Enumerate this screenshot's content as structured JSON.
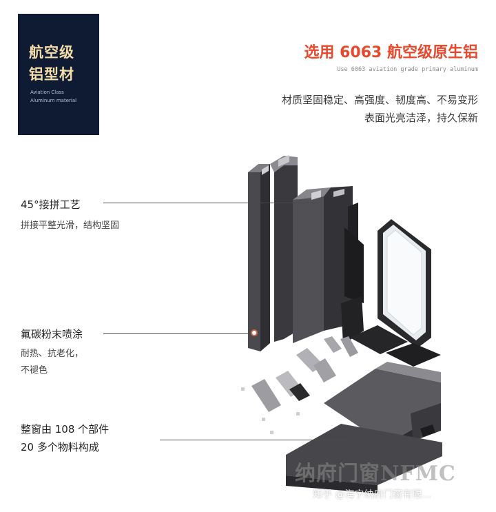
{
  "badge": {
    "title_line1": "航空级",
    "title_line2": "铝型材",
    "sub_line1": "Aviation Class",
    "sub_line2": "Aluminum material"
  },
  "header": {
    "headline": "选用 6063 航空级原生铝",
    "headline_en": "Use 6063 aviation grade primary aluminum",
    "desc_line1": "材质坚固稳定、高强度、韧度高、不易变形",
    "desc_line2": "表面光亮洁泽，持久保新"
  },
  "callouts": [
    {
      "title": "45°接拼工艺",
      "notes": [
        "拼接平整光滑，结构坚固"
      ]
    },
    {
      "title": "氟碳粉末喷涂",
      "notes": [
        "耐热、抗老化，",
        "不褪色"
      ]
    },
    {
      "title": "整窗由 108 个部件",
      "notes": [
        "20 多个物料构成"
      ]
    }
  ],
  "watermark": {
    "brand": "纳府门窗NFMC",
    "credit": "知乎 @海宁纳府门窗有限..."
  },
  "colors": {
    "badge_bg": "#0f1b33",
    "badge_title": "#f2dca8",
    "headline": "#e8482c",
    "profile_dark": "#3a3a3c",
    "profile_light": "#66666a"
  }
}
